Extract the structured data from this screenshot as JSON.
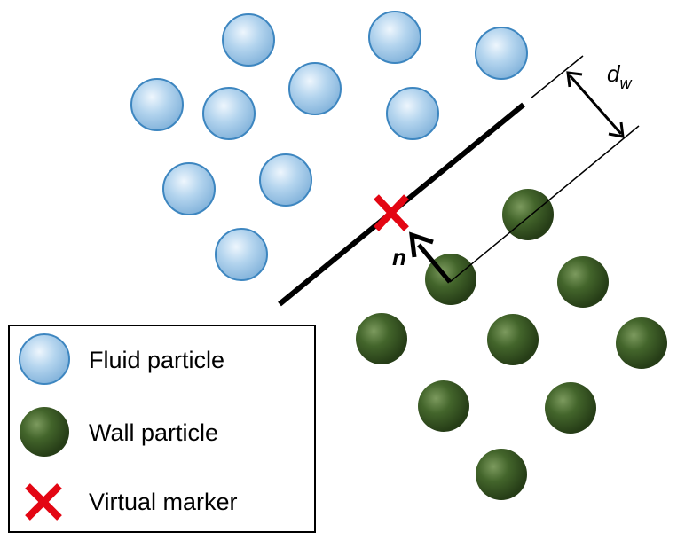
{
  "labels": {
    "normal": "n",
    "distance_main": "d",
    "distance_sub": "w"
  },
  "legend": {
    "items": [
      {
        "label": "Fluid particle",
        "icon": "fluid-particle-icon"
      },
      {
        "label": "Wall particle",
        "icon": "wall-particle-icon"
      },
      {
        "label": "Virtual marker",
        "icon": "virtual-marker-icon"
      }
    ]
  },
  "colors": {
    "fluid": "#a9cdea",
    "fluid_edge": "#3d86c0",
    "wall": "#3d5e26",
    "marker": "#e30613",
    "wall_line": "#000000"
  }
}
